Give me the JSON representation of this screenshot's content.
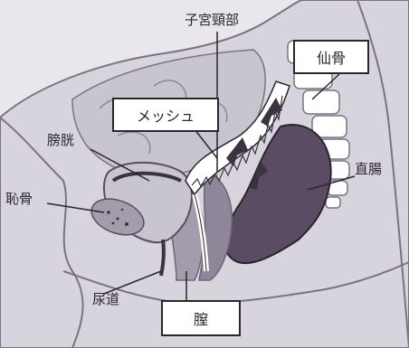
{
  "labels": {
    "cervix": "子宮頸部",
    "sacrum": "仙骨",
    "mesh": "メッシュ",
    "bladder": "膀胱",
    "rectum": "直腸",
    "pubic_bone": "恥骨",
    "urethra": "尿道",
    "vagina": "膣"
  },
  "colors": {
    "background": "#e9e7ec",
    "tissue_light": "#c9c5cf",
    "tissue_mid": "#a39cab",
    "tissue_dark": "#6e6577",
    "rectum_fill": "#5a4c62",
    "bone": "#ffffff",
    "outline": "#2a2530",
    "arrow": "#3a3340"
  },
  "icons": {
    "arrows": "upward-arrow-icon"
  }
}
